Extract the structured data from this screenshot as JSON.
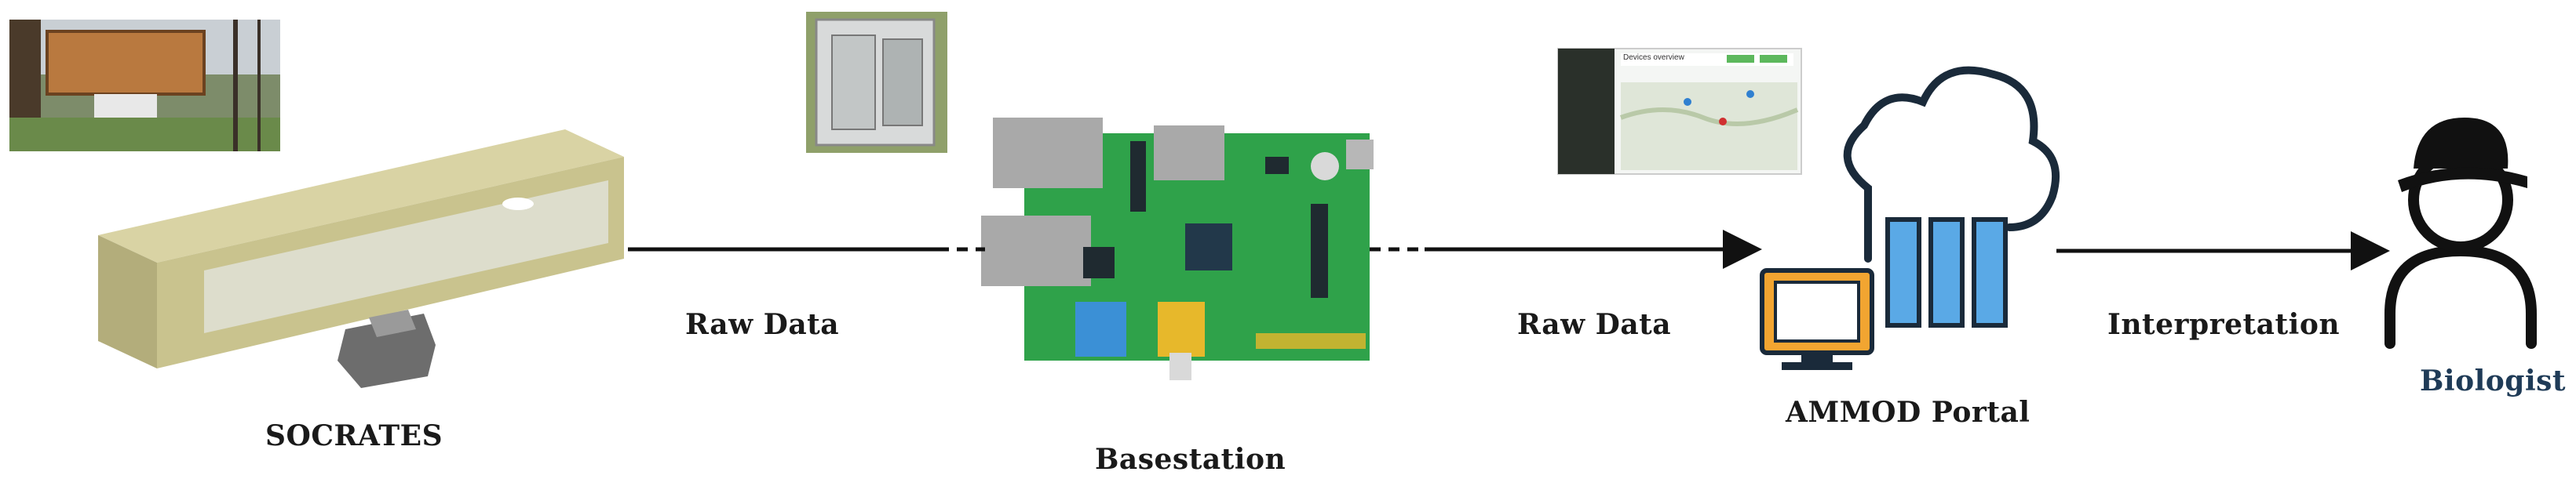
{
  "nodes": {
    "socrates": {
      "label": "SOCRATES"
    },
    "basestation": {
      "label": "Basestation"
    },
    "portal": {
      "label": "AMMOD Portal"
    },
    "biologist": {
      "label": "Biologist"
    }
  },
  "edges": {
    "socrates_to_basestation": {
      "label": "Raw Data"
    },
    "basestation_to_portal": {
      "label": "Raw Data"
    },
    "portal_to_biologist": {
      "label": "Interpretation"
    }
  },
  "portal_screenshot": {
    "title": "Devices overview"
  },
  "colors": {
    "box": "#c9c38e",
    "pcb": "#2fa24a",
    "cloud_outline": "#1a2a3a",
    "server": "#5aa9e6",
    "monitor": "#f2a531",
    "person": "#111111"
  }
}
